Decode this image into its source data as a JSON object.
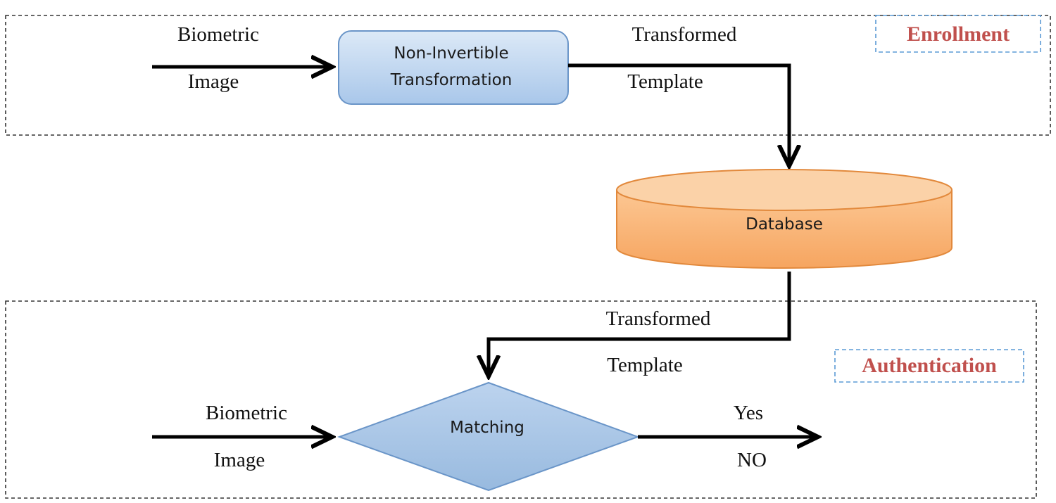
{
  "enrollment": {
    "tag": "Enrollment",
    "input_label_top": "Biometric",
    "input_label_bottom": "Image",
    "process": "Non-Invertible Transformation",
    "output_label_top": "Transformed",
    "output_label_bottom": "Template"
  },
  "database": {
    "label": "Database"
  },
  "authentication": {
    "tag": "Authentication",
    "stored_label_top": "Transformed",
    "stored_label_bottom": "Template",
    "input_label_top": "Biometric",
    "input_label_bottom": "Image",
    "decision": "Matching",
    "result_yes": "Yes",
    "result_no": "NO"
  },
  "colors": {
    "process_fill_top": "#dce9f7",
    "process_fill_bottom": "#a9c7ea",
    "process_stroke": "#6a95c8",
    "database_fill": "#f9b97a",
    "database_top": "#fbd2a8",
    "database_stroke": "#e2893c",
    "decision_fill": "#a9c6e8",
    "decision_stroke": "#6a95c8",
    "tag_text": "#c0504d",
    "tag_border": "#5b9bd5"
  }
}
